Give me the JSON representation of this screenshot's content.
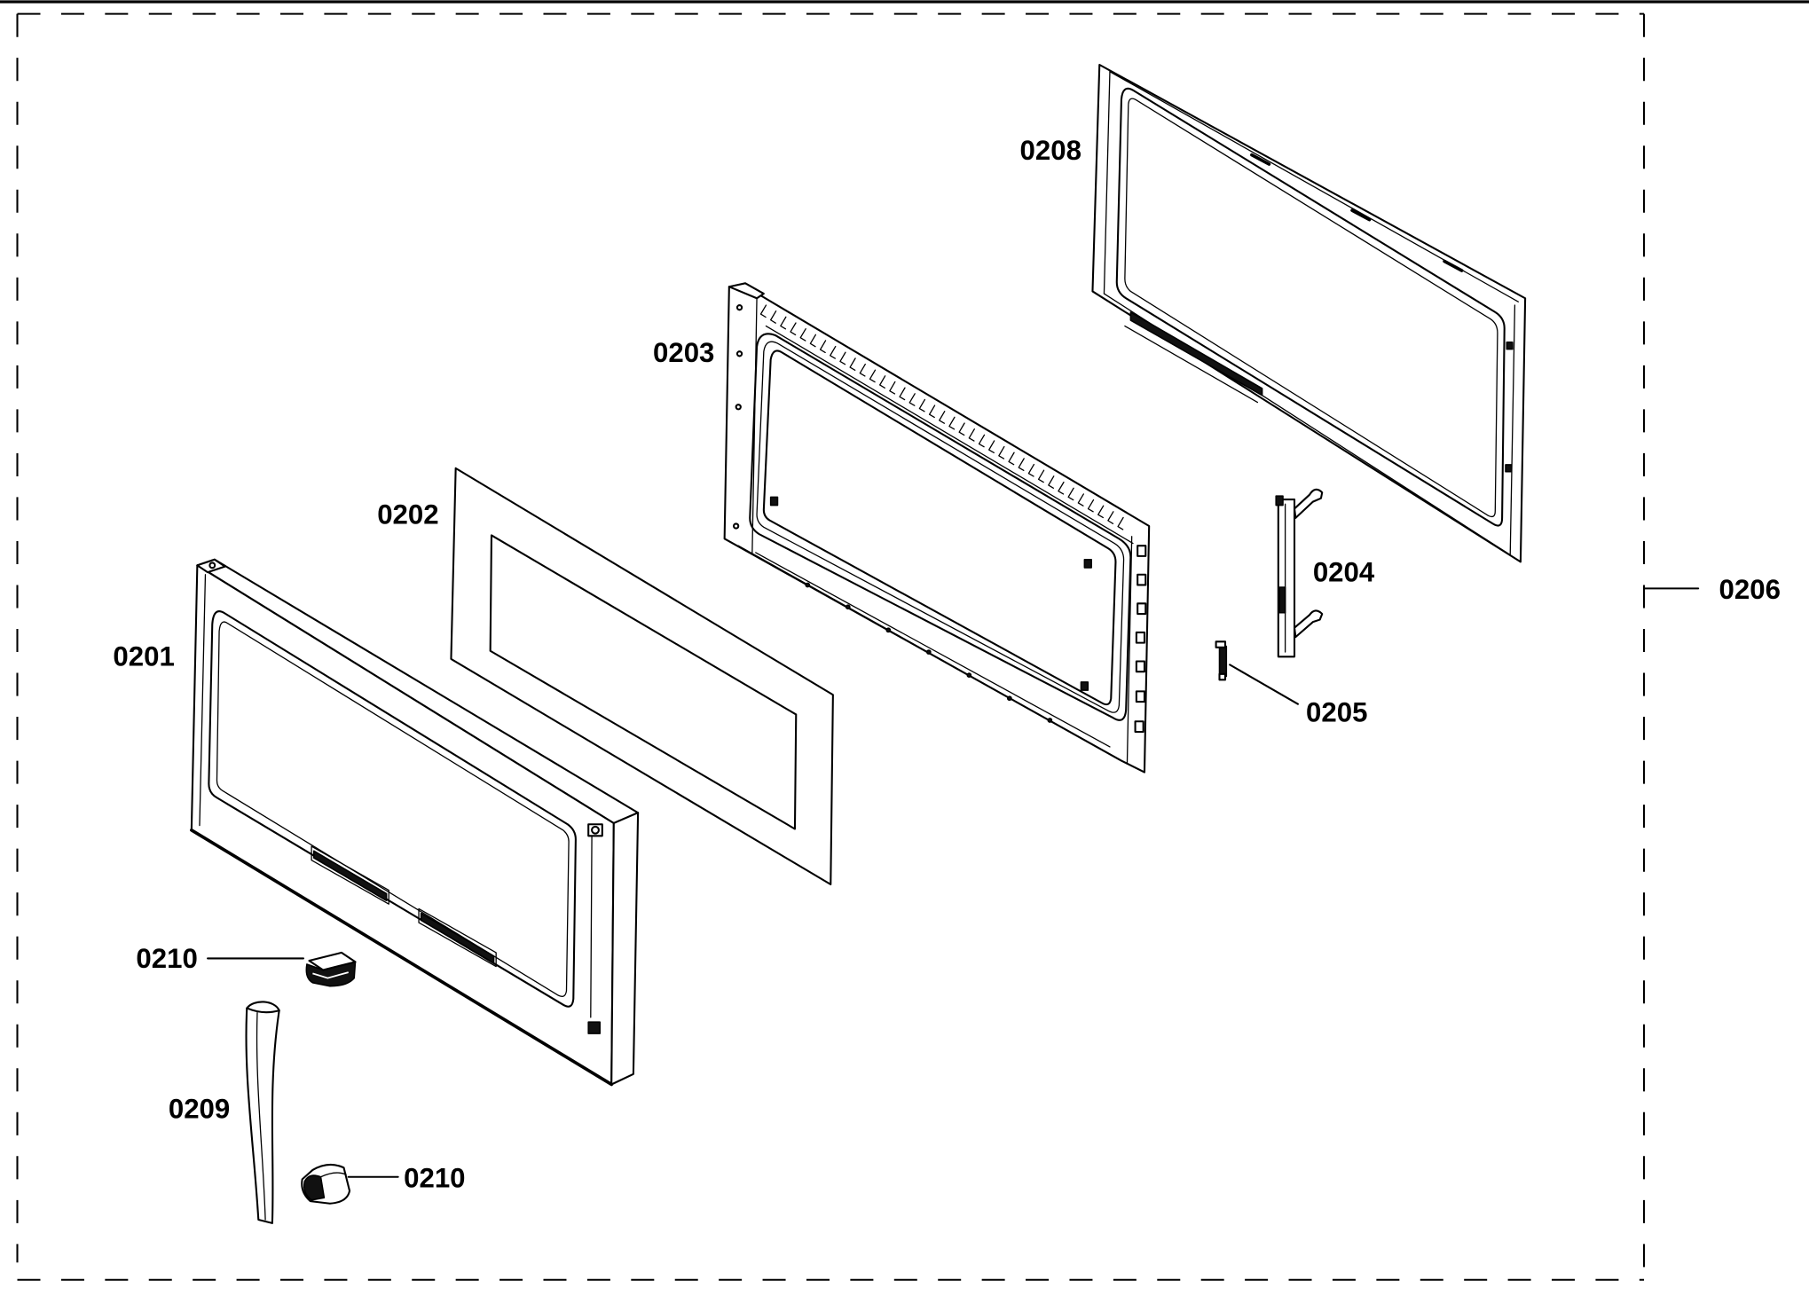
{
  "diagram": {
    "callouts": [
      {
        "label": "0201"
      },
      {
        "label": "0202"
      },
      {
        "label": "0203"
      },
      {
        "label": "0204"
      },
      {
        "label": "0205"
      },
      {
        "label": "0206"
      },
      {
        "label": "0208"
      },
      {
        "label": "0209"
      },
      {
        "label": "0210"
      },
      {
        "label": "0210"
      }
    ]
  }
}
